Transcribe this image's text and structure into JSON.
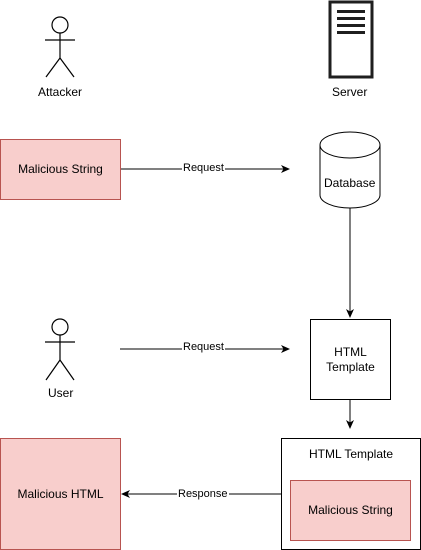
{
  "actors": {
    "attacker": "Attacker",
    "server": "Server",
    "user": "User"
  },
  "nodes": {
    "malicious_string_top": "Malicious String",
    "database": "Database",
    "html_template_line1": "HTML",
    "html_template_line2": "Template",
    "html_template_container": "HTML Template",
    "malicious_string_inner": "Malicious String",
    "malicious_html": "Malicious HTML"
  },
  "edges": {
    "request_1": "Request",
    "request_2": "Request",
    "response": "Response"
  },
  "colors": {
    "red_fill": "#f8cecc",
    "red_stroke": "#b85450",
    "stroke": "#000000"
  }
}
